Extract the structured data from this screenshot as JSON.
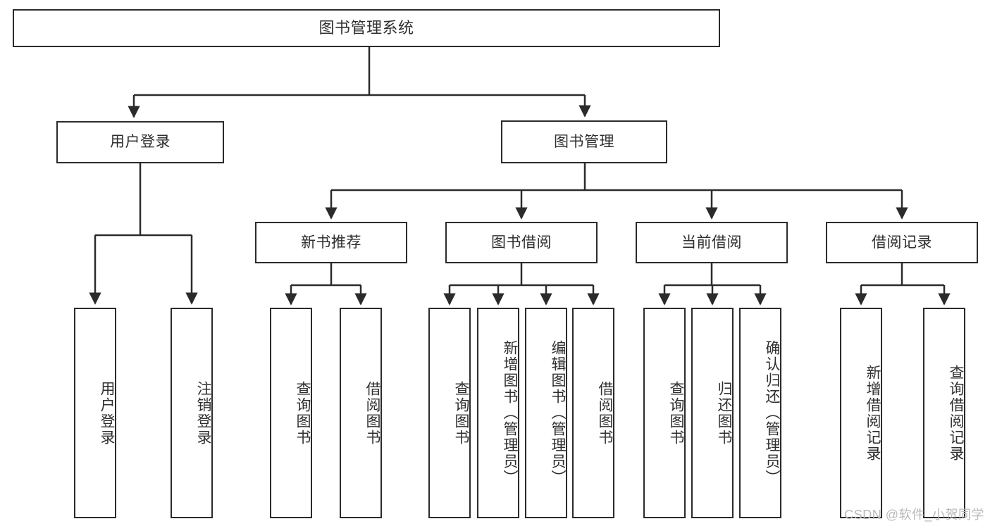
{
  "diagram": {
    "title": "图书管理系统",
    "type": "tree-hierarchy",
    "root": {
      "label": "图书管理系统"
    },
    "level1": [
      {
        "label": "用户登录"
      },
      {
        "label": "图书管理"
      }
    ],
    "level2": [
      {
        "label": "新书推荐",
        "parent": "图书管理"
      },
      {
        "label": "图书借阅",
        "parent": "图书管理"
      },
      {
        "label": "当前借阅",
        "parent": "图书管理"
      },
      {
        "label": "借阅记录",
        "parent": "图书管理"
      }
    ],
    "leaves": [
      {
        "label": "用户登录",
        "parent": "用户登录"
      },
      {
        "label": "注销登录",
        "parent": "用户登录"
      },
      {
        "label": "查询图书",
        "parent": "新书推荐"
      },
      {
        "label": "借阅图书",
        "parent": "新书推荐"
      },
      {
        "label": "查询图书",
        "parent": "图书借阅"
      },
      {
        "label": "新增图书（管理员）",
        "parent": "图书借阅"
      },
      {
        "label": "编辑图书（管理员）",
        "parent": "图书借阅"
      },
      {
        "label": "借阅图书",
        "parent": "图书借阅"
      },
      {
        "label": "查询图书",
        "parent": "当前借阅"
      },
      {
        "label": "归还图书",
        "parent": "当前借阅"
      },
      {
        "label": "确认归还（管理员）",
        "parent": "当前借阅"
      },
      {
        "label": "新增借阅记录",
        "parent": "借阅记录"
      },
      {
        "label": "查询借阅记录",
        "parent": "借阅记录"
      }
    ],
    "watermark": "CSDN @软件_小贺同学",
    "colors": {
      "stroke": "#2b2b2b",
      "text": "#2f2f2f",
      "background": "#ffffff",
      "watermark": "#b9b9b9"
    }
  }
}
